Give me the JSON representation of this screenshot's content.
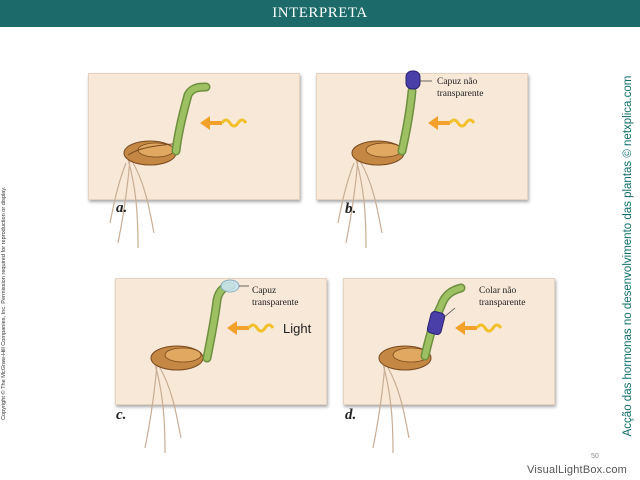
{
  "header": {
    "title": "INTERPRETA"
  },
  "copyright": "Copyright © The McGraw-Hill Companies, Inc. Permission required for reproduction or display.",
  "side_title": "Acção das hormonas no desenvolvimento das plantas © netxplica.com",
  "panels": [
    {
      "letter": "a."
    },
    {
      "letter": "b.",
      "annotation_line1": "Capuz não",
      "annotation_line2": "transparente"
    },
    {
      "letter": "c.",
      "annotation_line1": "Capuz",
      "annotation_line2": "transparente",
      "light_label": "Light"
    },
    {
      "letter": "d.",
      "annotation_line1": "Colar não",
      "annotation_line2": "transparente"
    }
  ],
  "page_number": "50",
  "watermark": "VisualLightBox.com",
  "colors": {
    "header_bg": "#1c6a6a",
    "panel_bg": "#f7e8d8",
    "stem": "#8fb35a",
    "cap_opaque": "#4a3fa8",
    "cap_transparent": "#c9e4ef",
    "light_arrow": "#f2a12a"
  }
}
